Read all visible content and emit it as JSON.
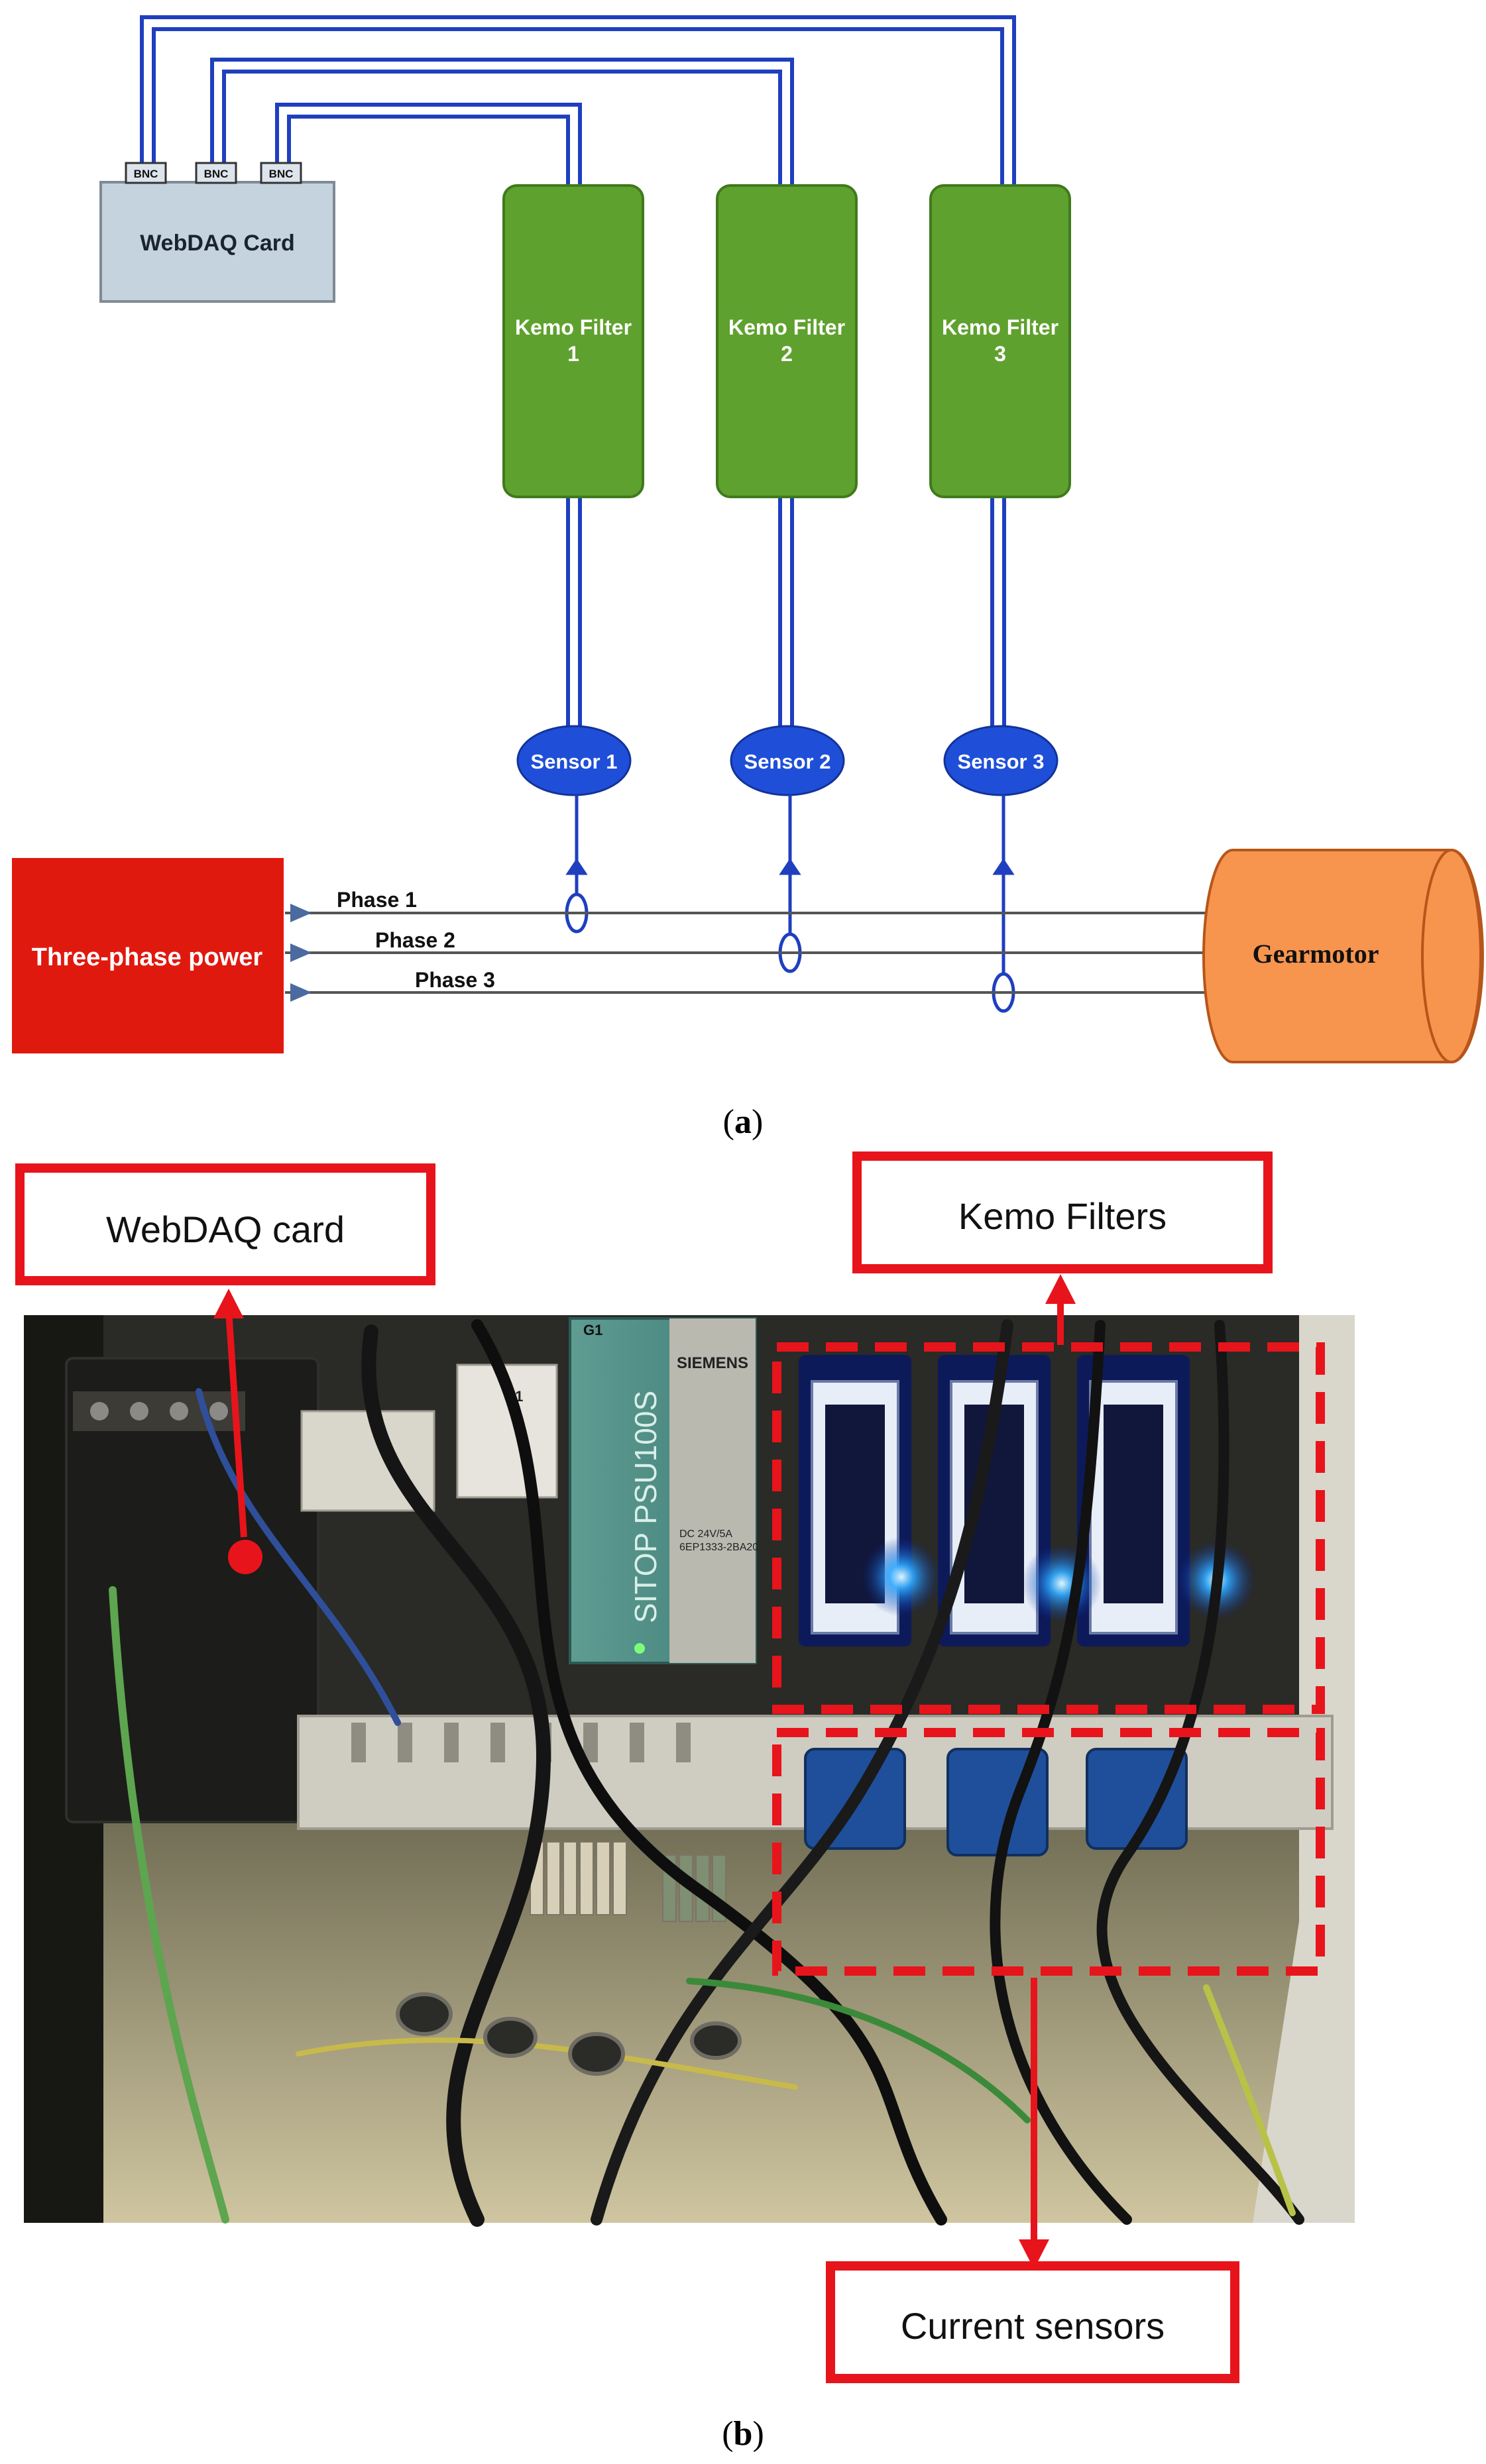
{
  "panel_a": {
    "caption_letter": "a",
    "webdaq": {
      "label": "WebDAQ Card",
      "ports": [
        "BNC",
        "BNC",
        "BNC"
      ]
    },
    "filters": [
      {
        "line1": "Kemo Filter",
        "line2": "1"
      },
      {
        "line1": "Kemo Filter",
        "line2": "2"
      },
      {
        "line1": "Kemo Filter",
        "line2": "3"
      }
    ],
    "sensors": [
      "Sensor 1",
      "Sensor 2",
      "Sensor 3"
    ],
    "power": {
      "label": "Three-phase power"
    },
    "phases": [
      "Phase 1",
      "Phase 2",
      "Phase 3"
    ],
    "motor": {
      "label": "Gearmotor"
    },
    "colors": {
      "cable": "#1f3fbf",
      "filter": "#5fa12e",
      "sensor": "#1f4fd8",
      "power": "#e0190f",
      "motor": "#f7954f",
      "webdaq": "#c5d3df"
    }
  },
  "panel_b": {
    "caption_letter": "b",
    "callouts": {
      "webdaq": "WebDAQ card",
      "filters": "Kemo Filters",
      "sensors": "Current sensors"
    },
    "photo_text": {
      "psu_brand": "SIEMENS",
      "psu_model": "SITOP PSU100S",
      "psu_id": "G1",
      "breaker_id": "Q1",
      "psu_spec1": "DC 24V/5A",
      "psu_spec2": "6EP1333-2BA20"
    },
    "colors": {
      "callout": "#e8141b"
    }
  }
}
